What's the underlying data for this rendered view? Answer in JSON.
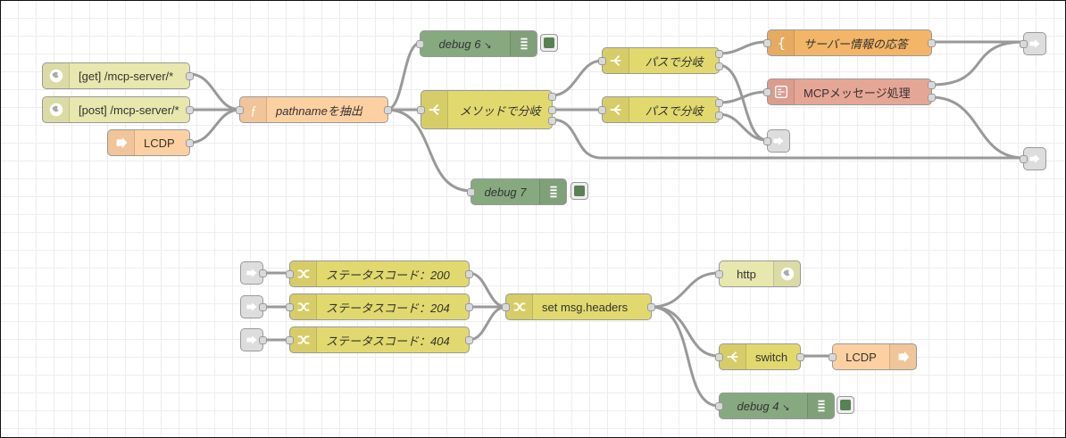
{
  "colors": {
    "http_in": "#e7e7ae",
    "function": "#fdd0a2",
    "debug": "#87a980",
    "switch": "#e2d96e",
    "template": "#f3b567",
    "mcp": "#e6a696",
    "link": "#dddddd",
    "change": "#e2d96e",
    "debug_button": "#5a8055"
  },
  "flow1": {
    "get_in": "[get] /mcp-server/*",
    "post_in": "[post] /mcp-server/*",
    "lcdp_in": "LCDP",
    "extract": "pathnameを抽出",
    "debug6": "debug 6",
    "debug7": "debug 7",
    "method_switch": "メソッドで分岐",
    "path_switch_1": "パスで分岐",
    "path_switch_2": "パスで分岐",
    "server_info": "サーバー情報の応答",
    "mcp_process": "MCPメッセージ処理"
  },
  "flow2": {
    "status200": "ステータスコード：200",
    "status204": "ステータスコード：204",
    "status404": "ステータスコード：404",
    "set_headers": "set msg.headers",
    "http_response": "http",
    "switch": "switch",
    "lcdp_out": "LCDP",
    "debug4": "debug 4"
  },
  "icons": {
    "http_in": "globe-icon",
    "link_in": "link-in-icon",
    "link_out": "link-out-icon",
    "function": "function-icon",
    "debug": "debug-list-icon",
    "switch": "switch-icon",
    "template": "template-brace-icon",
    "mcp": "mcp-icon",
    "change": "change-icon",
    "lcdp": "arrow-icon"
  }
}
